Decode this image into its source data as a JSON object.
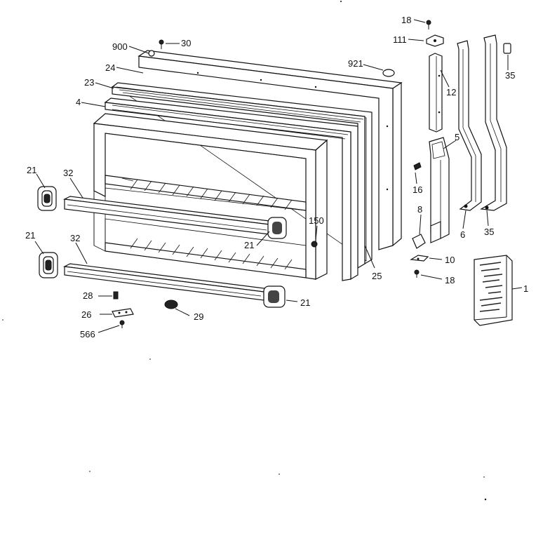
{
  "diagram": {
    "callouts": {
      "c18_top": "18",
      "c111": "111",
      "c30": "30",
      "c900": "900",
      "c921": "921",
      "c35_top": "35",
      "c24": "24",
      "c12": "12",
      "c23": "23",
      "c4": "4",
      "c5": "5",
      "c21_a": "21",
      "c32_a": "32",
      "c16": "16",
      "c8": "8",
      "c6": "6",
      "c35_bot": "35",
      "c150": "150",
      "c21_b": "21",
      "c32_b": "32",
      "c21_c": "21",
      "c10": "10",
      "c25": "25",
      "c18_bot": "18",
      "c1": "1",
      "c28": "28",
      "c21_d": "21",
      "c26": "26",
      "c29": "29",
      "c566": "566"
    }
  }
}
